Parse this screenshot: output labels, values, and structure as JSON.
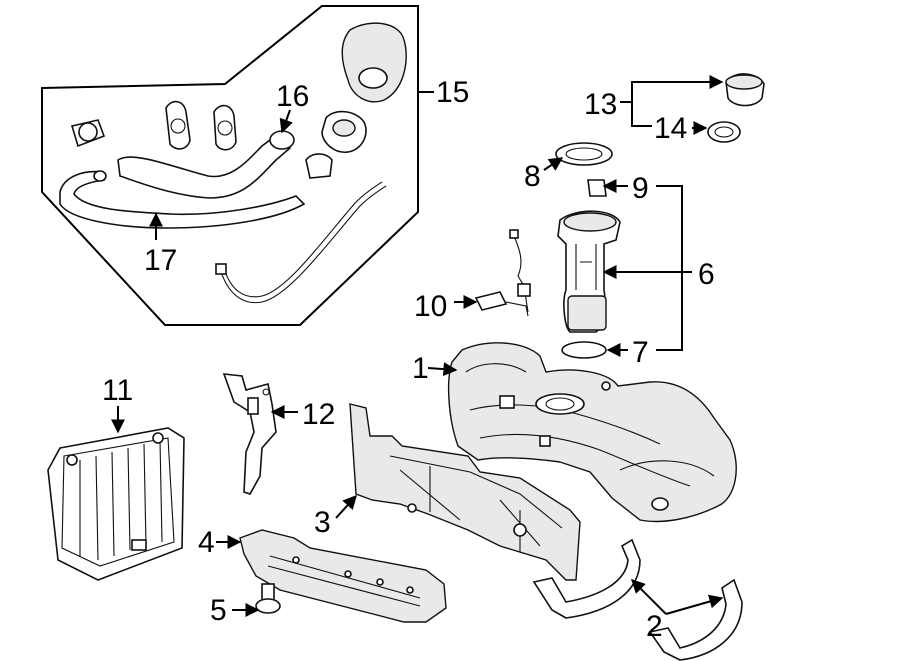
{
  "diagram": {
    "type": "exploded-parts-diagram",
    "callouts": [
      {
        "id": "c1",
        "label": "1"
      },
      {
        "id": "c2",
        "label": "2"
      },
      {
        "id": "c3",
        "label": "3"
      },
      {
        "id": "c4",
        "label": "4"
      },
      {
        "id": "c5",
        "label": "5"
      },
      {
        "id": "c6",
        "label": "6"
      },
      {
        "id": "c7",
        "label": "7"
      },
      {
        "id": "c8",
        "label": "8"
      },
      {
        "id": "c9",
        "label": "9"
      },
      {
        "id": "c10",
        "label": "10"
      },
      {
        "id": "c11",
        "label": "11"
      },
      {
        "id": "c12",
        "label": "12"
      },
      {
        "id": "c13",
        "label": "13"
      },
      {
        "id": "c14",
        "label": "14"
      },
      {
        "id": "c15",
        "label": "15"
      },
      {
        "id": "c16",
        "label": "16"
      },
      {
        "id": "c17",
        "label": "17"
      }
    ]
  }
}
